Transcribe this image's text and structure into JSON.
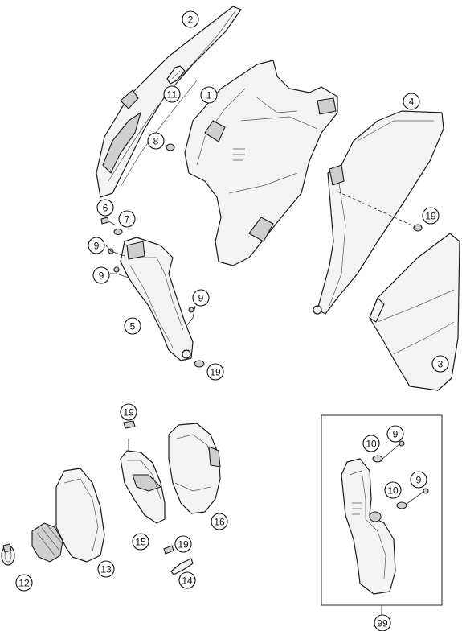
{
  "diagram": {
    "callouts": [
      {
        "id": "c2",
        "label": "2"
      },
      {
        "id": "c11",
        "label": "11"
      },
      {
        "id": "c1",
        "label": "1"
      },
      {
        "id": "c8",
        "label": "8"
      },
      {
        "id": "c4",
        "label": "4"
      },
      {
        "id": "c19a",
        "label": "19"
      },
      {
        "id": "c6",
        "label": "6"
      },
      {
        "id": "c7",
        "label": "7"
      },
      {
        "id": "c9a",
        "label": "9"
      },
      {
        "id": "c9b",
        "label": "9"
      },
      {
        "id": "c9c",
        "label": "9"
      },
      {
        "id": "c5",
        "label": "5"
      },
      {
        "id": "c19b",
        "label": "19"
      },
      {
        "id": "c3",
        "label": "3"
      },
      {
        "id": "c19c",
        "label": "19"
      },
      {
        "id": "c16",
        "label": "16"
      },
      {
        "id": "c15",
        "label": "15"
      },
      {
        "id": "c19d",
        "label": "19"
      },
      {
        "id": "c13",
        "label": "13"
      },
      {
        "id": "c12",
        "label": "12"
      },
      {
        "id": "c14",
        "label": "14"
      },
      {
        "id": "c10a",
        "label": "10"
      },
      {
        "id": "c9d",
        "label": "9"
      },
      {
        "id": "c10b",
        "label": "10"
      },
      {
        "id": "c9e",
        "label": "9"
      },
      {
        "id": "c99",
        "label": "99"
      }
    ]
  }
}
